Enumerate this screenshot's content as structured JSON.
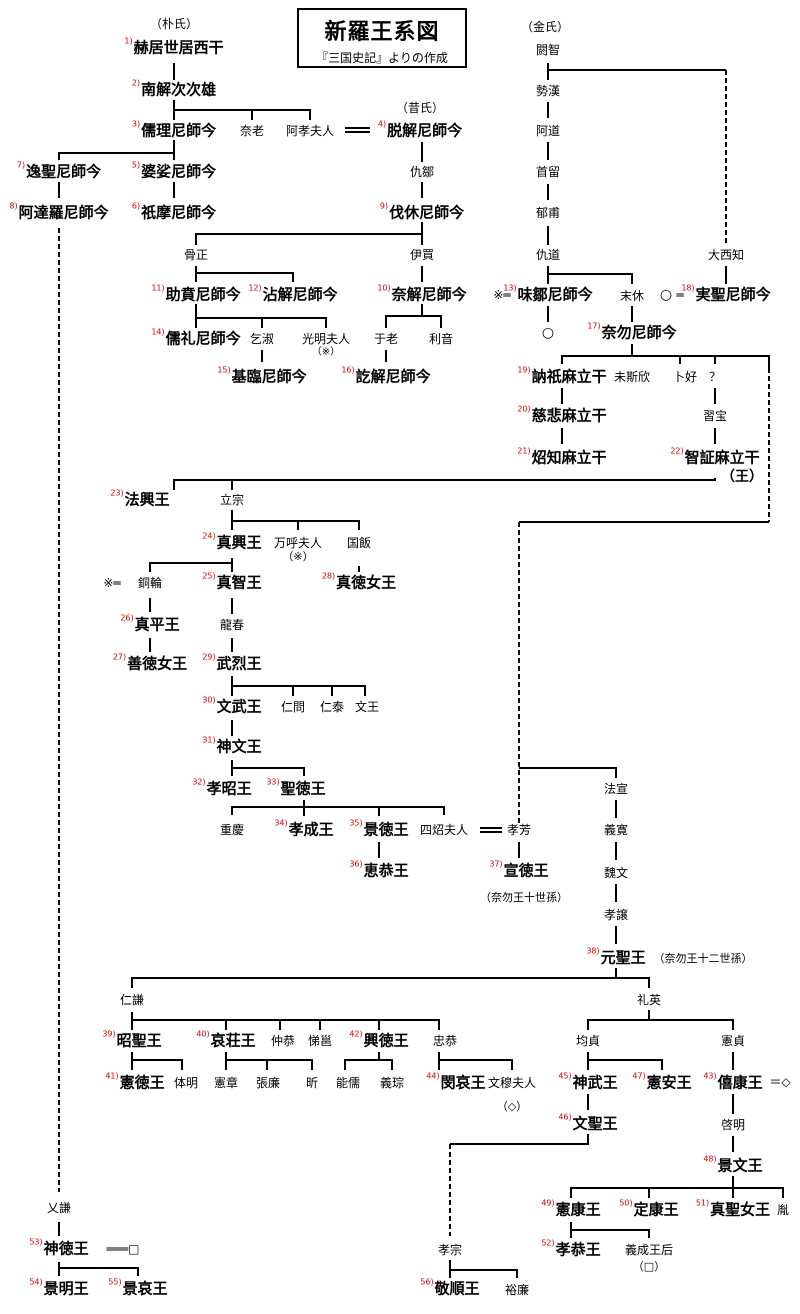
{
  "title": {
    "main": "新羅王系図",
    "subtitle": "『三国史記』よりの作成"
  },
  "clans": {
    "park": "（朴氏）",
    "seok": "（昔氏）",
    "kim": "（金氏）"
  },
  "kings": [
    {
      "num": "1)",
      "name": "赫居世居西干"
    },
    {
      "num": "2)",
      "name": "南解次次雄"
    },
    {
      "num": "3)",
      "name": "儒理尼師今"
    },
    {
      "num": "4)",
      "name": "脱解尼師今"
    },
    {
      "num": "5)",
      "name": "婆娑尼師今"
    },
    {
      "num": "6)",
      "name": "祇摩尼師今"
    },
    {
      "num": "7)",
      "name": "逸聖尼師今"
    },
    {
      "num": "8)",
      "name": "阿達羅尼師今"
    },
    {
      "num": "9)",
      "name": "伐休尼師今"
    },
    {
      "num": "10)",
      "name": "奈解尼師今"
    },
    {
      "num": "11)",
      "name": "助賁尼師今"
    },
    {
      "num": "12)",
      "name": "沾解尼師今"
    },
    {
      "num": "13)",
      "name": "味鄒尼師今"
    },
    {
      "num": "14)",
      "name": "儒礼尼師今"
    },
    {
      "num": "15)",
      "name": "基臨尼師今"
    },
    {
      "num": "16)",
      "name": "訖解尼師今"
    },
    {
      "num": "17)",
      "name": "奈勿尼師今"
    },
    {
      "num": "18)",
      "name": "実聖尼師今"
    },
    {
      "num": "19)",
      "name": "訥祇麻立干"
    },
    {
      "num": "20)",
      "name": "慈悲麻立干"
    },
    {
      "num": "21)",
      "name": "炤知麻立干"
    },
    {
      "num": "22)",
      "name": "智証麻立干"
    },
    {
      "num": "23)",
      "name": "法興王"
    },
    {
      "num": "24)",
      "name": "真興王"
    },
    {
      "num": "25)",
      "name": "真智王"
    },
    {
      "num": "26)",
      "name": "真平王"
    },
    {
      "num": "27)",
      "name": "善徳女王"
    },
    {
      "num": "28)",
      "name": "真徳女王"
    },
    {
      "num": "29)",
      "name": "武烈王"
    },
    {
      "num": "30)",
      "name": "文武王"
    },
    {
      "num": "31)",
      "name": "神文王"
    },
    {
      "num": "32)",
      "name": "孝昭王"
    },
    {
      "num": "33)",
      "name": "聖徳王"
    },
    {
      "num": "34)",
      "name": "孝成王"
    },
    {
      "num": "35)",
      "name": "景徳王"
    },
    {
      "num": "36)",
      "name": "恵恭王"
    },
    {
      "num": "37)",
      "name": "宣徳王"
    },
    {
      "num": "38)",
      "name": "元聖王"
    },
    {
      "num": "39)",
      "name": "昭聖王"
    },
    {
      "num": "40)",
      "name": "哀荘王"
    },
    {
      "num": "41)",
      "name": "憲徳王"
    },
    {
      "num": "42)",
      "name": "興徳王"
    },
    {
      "num": "43)",
      "name": "僖康王"
    },
    {
      "num": "44)",
      "name": "閔哀王"
    },
    {
      "num": "45)",
      "name": "神武王"
    },
    {
      "num": "46)",
      "name": "文聖王"
    },
    {
      "num": "47)",
      "name": "憲安王"
    },
    {
      "num": "48)",
      "name": "景文王"
    },
    {
      "num": "49)",
      "name": "憲康王"
    },
    {
      "num": "50)",
      "name": "定康王"
    },
    {
      "num": "51)",
      "name": "真聖女王"
    },
    {
      "num": "52)",
      "name": "孝恭王"
    },
    {
      "num": "53)",
      "name": "神徳王"
    },
    {
      "num": "54)",
      "name": "景明王"
    },
    {
      "num": "55)",
      "name": "景哀王"
    },
    {
      "num": "56)",
      "name": "敬順王"
    }
  ],
  "persons": {
    "nairo": "奈老",
    "akofujin": "阿孝夫人",
    "kyusu": "仇鄒",
    "kotsusei": "骨正",
    "ibai": "伊買",
    "kitsushuku": "乞淑",
    "komyofujin": "光明夫人",
    "komyo_note": "（※）",
    "uro": "于老",
    "rion": "利音",
    "alchi": "閼智",
    "seikan": "勢漢",
    "ado": "阿道",
    "suryu": "首留",
    "ikuho": "郁甫",
    "kyudo": "仇道",
    "taisaichi": "大西知",
    "matsukyu": "末休",
    "circle1": "○",
    "circle2": "○",
    "mishikin": "未斯欣",
    "bokko": "卜好",
    "unknown": "？",
    "shuho": "習宝",
    "chisho_note": "（王）",
    "risso": "立宗",
    "mankofujin": "万呼夫人",
    "manko_note": "（※）",
    "kokuhan": "国飯",
    "dorin": "銅輪",
    "dorin_mark": "※═",
    "ryushun": "龍春",
    "jinmon": "仁問",
    "jintai": "仁泰",
    "bunno": "文王",
    "jukei": "重慶",
    "shishofujin": "四炤夫人",
    "kojo": "孝芳",
    "sentoku_note": "（奈勿王十世孫）",
    "hogi": "法宣",
    "gikan": "義寛",
    "ibun": "魏文",
    "kojo2": "孝譲",
    "gensei_note": "（奈勿王十二世孫）",
    "jinken": "仁謙",
    "reiei": "礼英",
    "chukyo": "仲恭",
    "teiko": "悌邕",
    "chuukyo": "忠恭",
    "kinjo": "均貞",
    "kentei": "憲貞",
    "taimei": "体明",
    "kensho": "憲章",
    "choko": "張廉",
    "kin": "昕",
    "nouju": "能儒",
    "gisou": "義琮",
    "bunbokufujin": "文穆夫人",
    "bunboku_note": "（◇）",
    "kikou_mark": "＝◇",
    "keimei": "啓明",
    "in": "胤",
    "giseiouhou": "義成王后",
    "giseiouhou_note": "（□）",
    "giken": "乂謙",
    "shintoku_mark": "═══□",
    "koso": "孝宗",
    "yuko": "裕廉",
    "mishu_mark": "※═"
  }
}
